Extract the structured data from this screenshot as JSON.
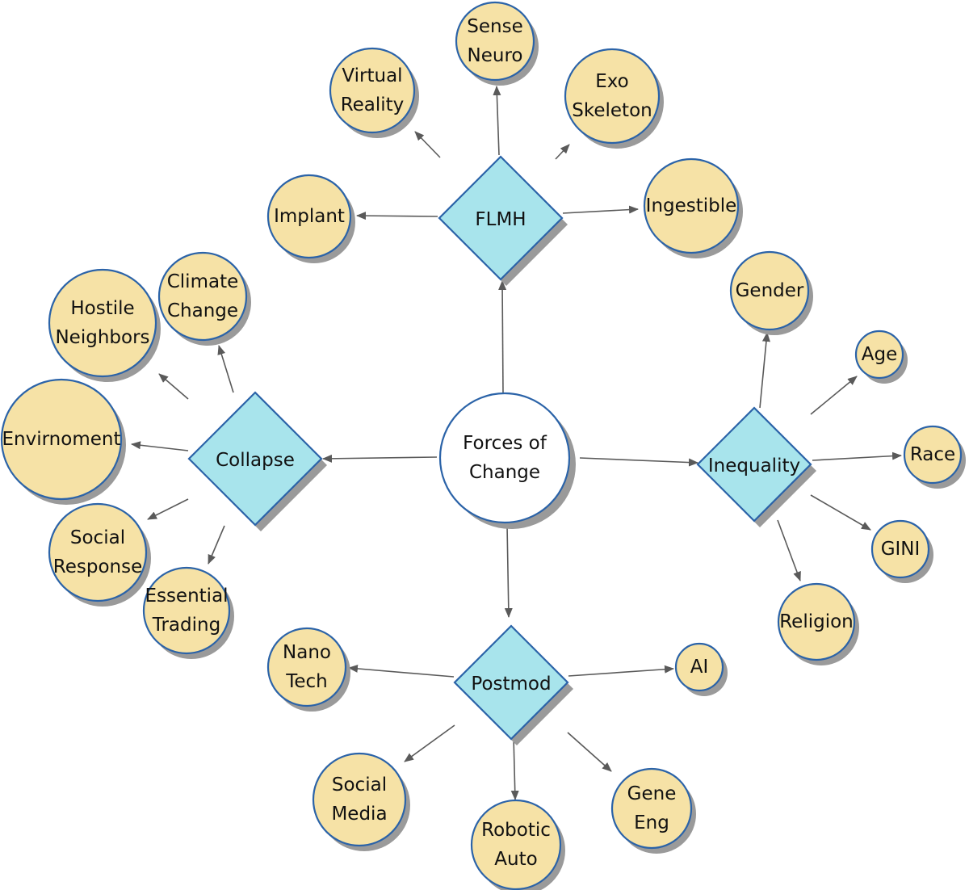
{
  "center": {
    "line1": "Forces of",
    "line2": "Change"
  },
  "hubs": {
    "flmh": {
      "label": "FLMH"
    },
    "collapse": {
      "label": "Collapse"
    },
    "inequality": {
      "label": "Inequality"
    },
    "postmod": {
      "label": "Postmod"
    }
  },
  "leaves": {
    "sense_neuro": [
      "Sense",
      "Neuro"
    ],
    "virtual_reality": [
      "Virtual",
      "Reality"
    ],
    "exo_skeleton": [
      "Exo",
      "Skeleton"
    ],
    "implant": [
      "Implant"
    ],
    "ingestible": [
      "Ingestible"
    ],
    "hostile_neighbors": [
      "Hostile",
      "Neighbors"
    ],
    "climate_change": [
      "Climate",
      "Change"
    ],
    "environment": [
      "Envirnoment"
    ],
    "social_response": [
      "Social",
      "Response"
    ],
    "essential_trading": [
      "Essential",
      "Trading"
    ],
    "gender": [
      "Gender"
    ],
    "age": [
      "Age"
    ],
    "race": [
      "Race"
    ],
    "gini": [
      "GINI"
    ],
    "religion": [
      "Religion"
    ],
    "nano_tech": [
      "Nano",
      "Tech"
    ],
    "ai": [
      "AI"
    ],
    "social_media": [
      "Social",
      "Media"
    ],
    "robotic_auto": [
      "Robotic",
      "Auto"
    ],
    "gene_eng": [
      "Gene",
      "Eng"
    ]
  },
  "colors": {
    "leaf_fill": "#f6e2a6",
    "hub_fill": "#a8e4ec",
    "outline": "#2b63a8",
    "arrow": "#5a5a5a"
  }
}
